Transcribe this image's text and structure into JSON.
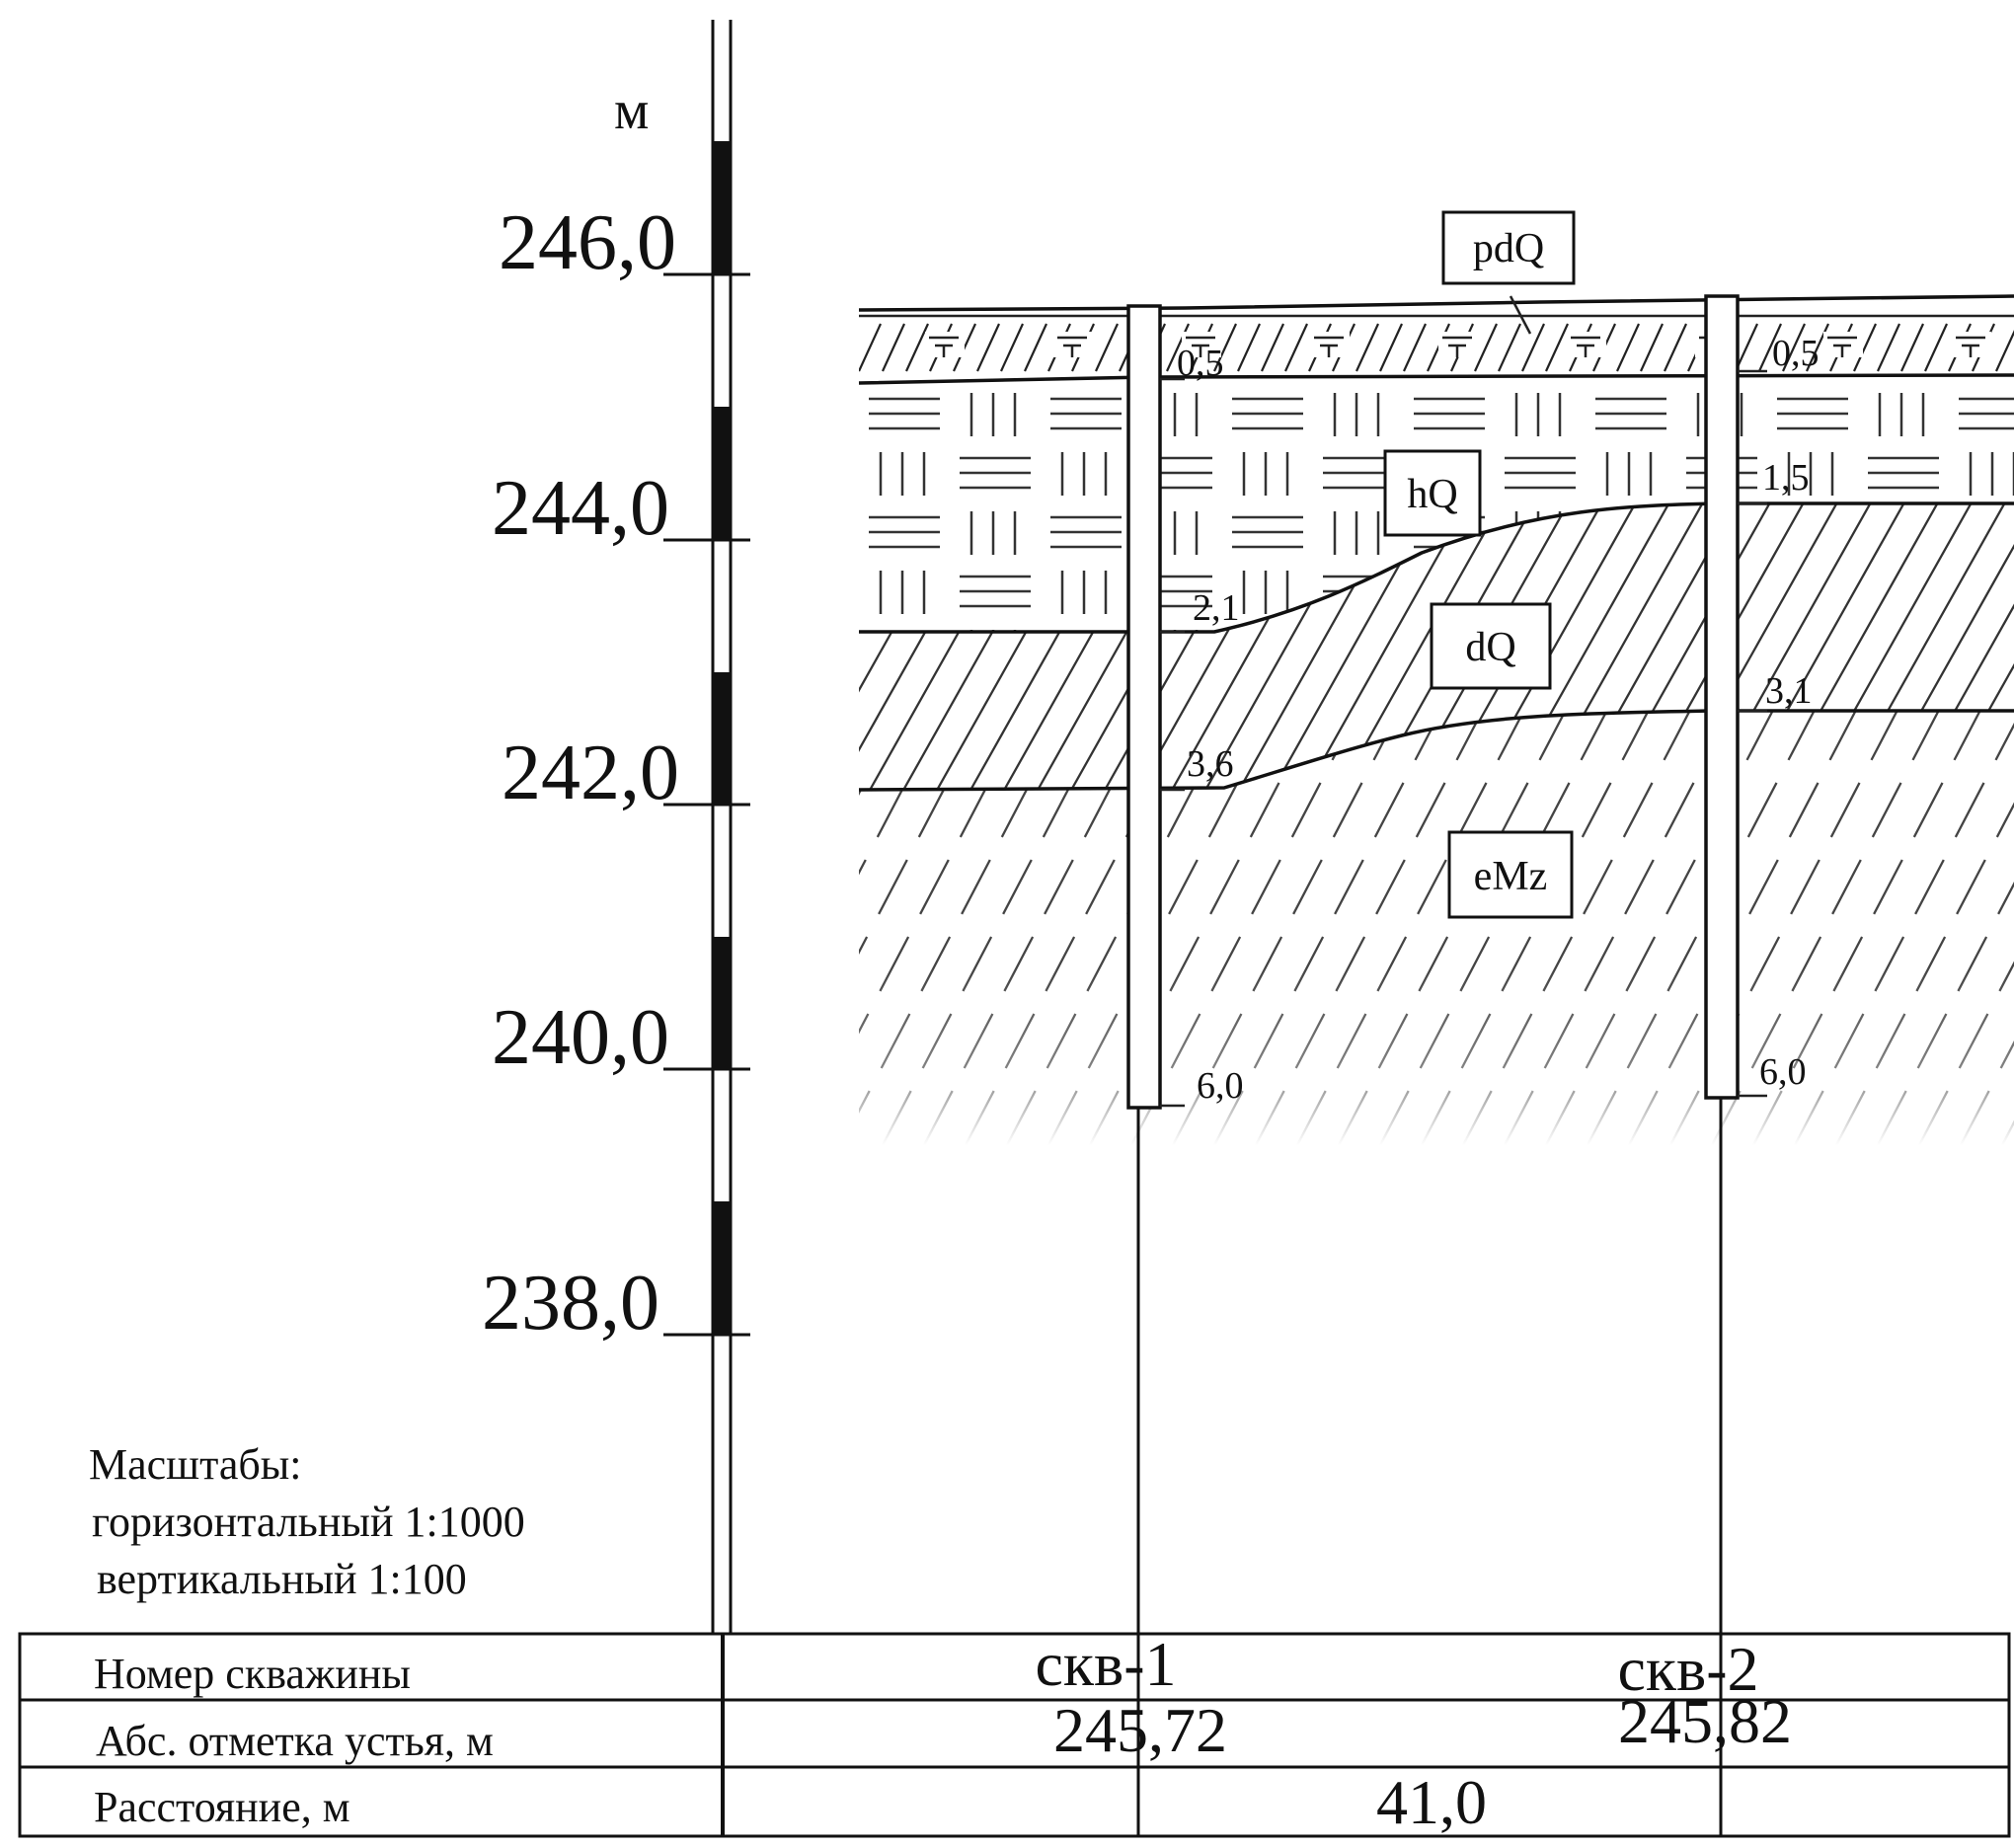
{
  "scale": {
    "unit": "м",
    "ticks": [
      "246,0",
      "244,0",
      "242,0",
      "240,0",
      "238,0"
    ]
  },
  "layers": {
    "pd": "pdQ",
    "h": "hQ",
    "d": "dQ",
    "e": "eMz"
  },
  "boreholes": [
    {
      "name": "скв-1",
      "elevation": "245,72",
      "depths": [
        "0,5",
        "2,1",
        "3,6",
        "6,0"
      ]
    },
    {
      "name": "скв-2",
      "elevation": "245,82",
      "depths": [
        "0,5",
        "1,5",
        "3,1",
        "6,0"
      ]
    }
  ],
  "scales_note": {
    "title": "Масштабы:",
    "horizontal": "горизонтальный 1:1000",
    "vertical": "вертикальный 1:100"
  },
  "table": {
    "row1_label": "Номер скважины",
    "row2_label": "Абс. отметка устья, м",
    "row3_label": "Расстояние, м",
    "distance": "41,0"
  }
}
